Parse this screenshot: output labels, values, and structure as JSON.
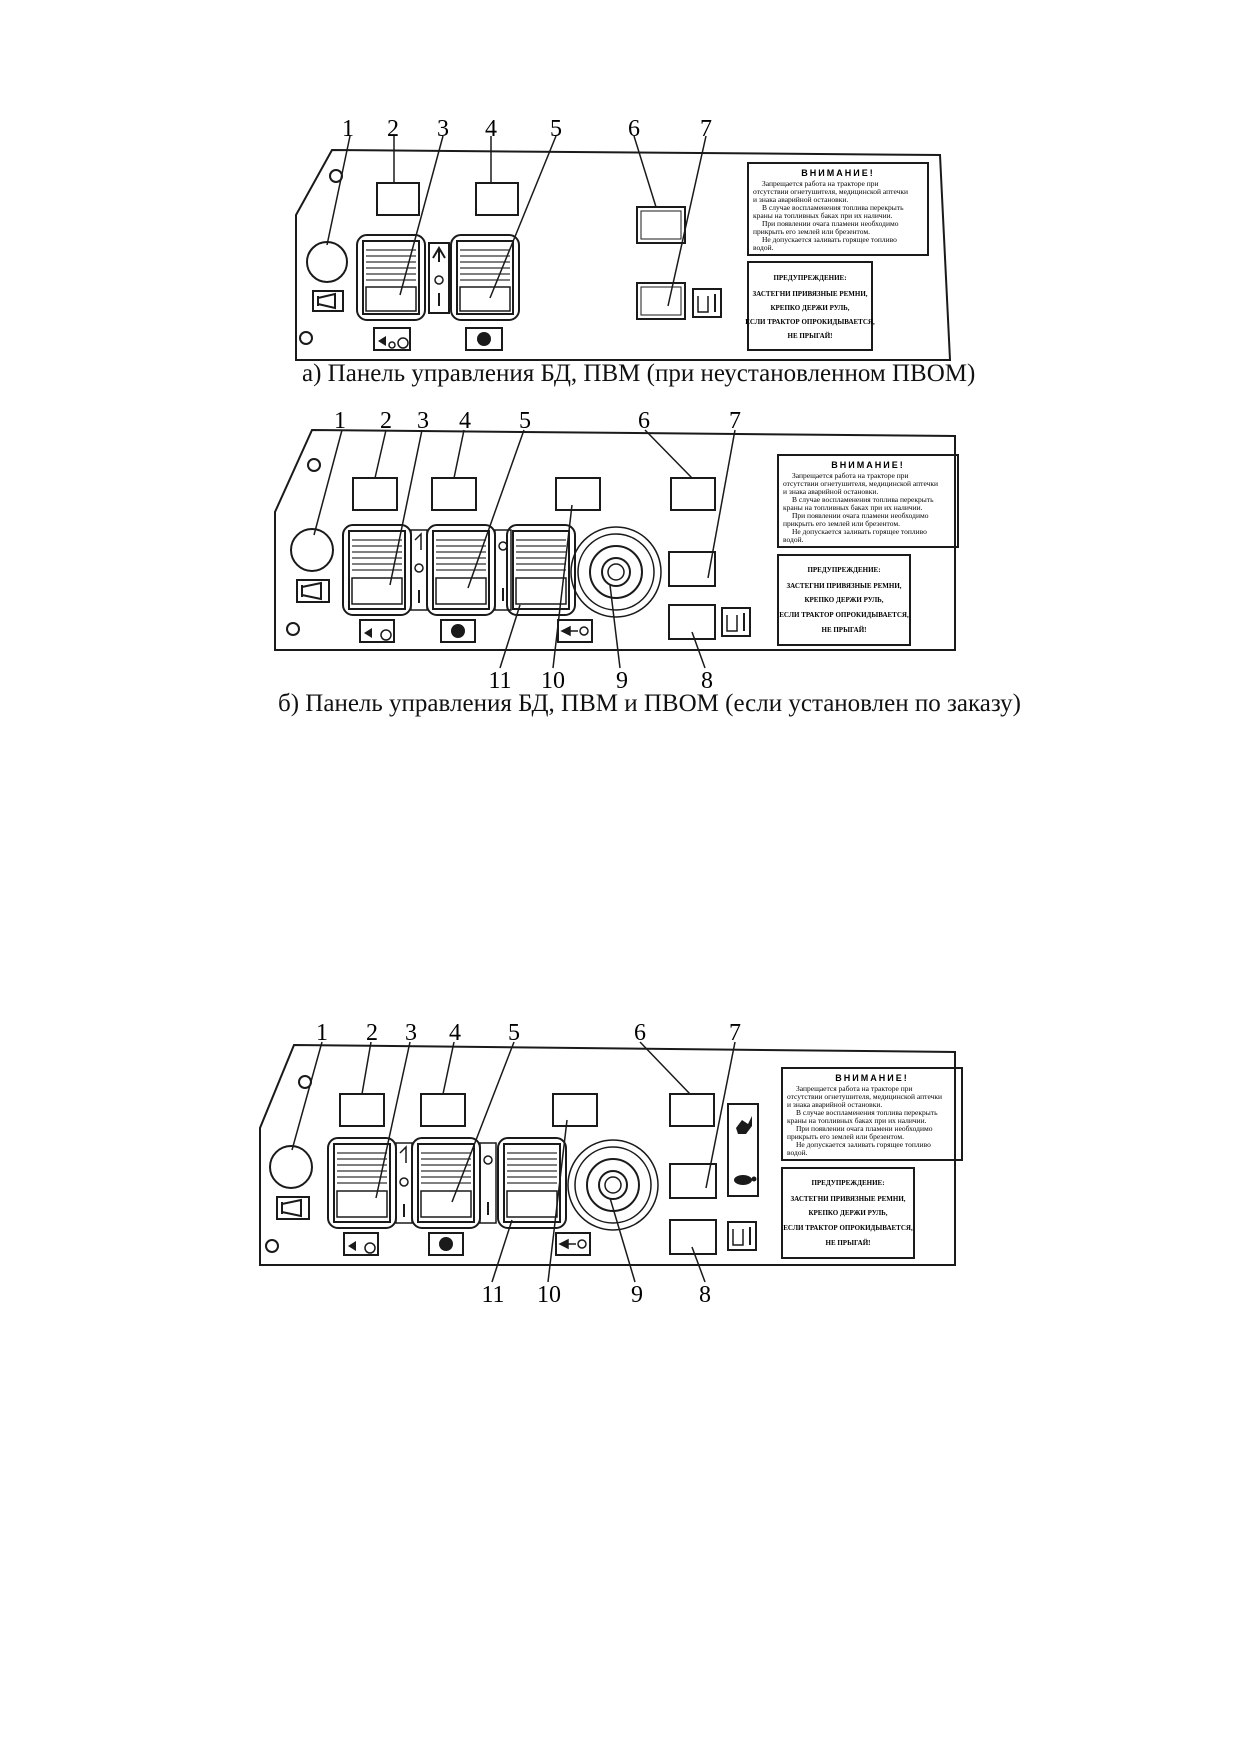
{
  "panels": [
    {
      "caption": "а) Панель управления БД, ПВМ (при неустановленном ПВОМ)",
      "callouts": [
        "1",
        "2",
        "3",
        "4",
        "5",
        "6",
        "7"
      ],
      "warning": {
        "title": "ВНИМАНИЕ!",
        "lines": [
          "Запрещается работа на тракторе при",
          "отсутствии огнетушителя, медицинской аптечки",
          "и знака аварийной остановки.",
          "В случае воспламенения топлива перекрыть",
          "краны на топливных баках при их наличии.",
          "При появлении очага пламени необходимо",
          "прикрыть его землей или брезентом.",
          "Не допускается заливать горящее топливо",
          "водой."
        ]
      },
      "caution": {
        "lines": [
          "ПРЕДУПРЕЖДЕНИЕ:",
          "ЗАСТЕГНИ ПРИВЯЗНЫЕ РЕМНИ,",
          "КРЕПКО ДЕРЖИ РУЛЬ,",
          "ЕСЛИ ТРАКТОР ОПРОКИДЫВАЕТСЯ,",
          "НЕ ПРЫГАЙ!"
        ]
      }
    },
    {
      "caption": "б) Панель управления БД, ПВМ и ПВОМ (если установлен по заказу)",
      "callouts": [
        "1",
        "2",
        "3",
        "4",
        "5",
        "6",
        "7",
        "8",
        "9",
        "10",
        "11"
      ],
      "warning": {
        "title": "ВНИМАНИЕ!",
        "lines": [
          "Запрещается работа на тракторе при",
          "отсутствии огнетушителя, медицинской аптечки",
          "и знака аварийной остановки.",
          "В случае воспламенения топлива перекрыть",
          "краны на топливных баках при их наличии.",
          "При появлении очага пламени необходимо",
          "прикрыть его землей или брезентом.",
          "Не допускается заливать горящее топливо",
          "водой."
        ]
      },
      "caution": {
        "lines": [
          "ПРЕДУПРЕЖДЕНИЕ:",
          "ЗАСТЕГНИ ПРИВЯЗНЫЕ РЕМНИ,",
          "КРЕПКО ДЕРЖИ РУЛЬ,",
          "ЕСЛИ ТРАКТОР ОПРОКИДЫВАЕТСЯ,",
          "НЕ ПРЫГАЙ!"
        ]
      }
    },
    {
      "caption": "",
      "callouts": [
        "1",
        "2",
        "3",
        "4",
        "5",
        "6",
        "7",
        "8",
        "9",
        "10",
        "11"
      ],
      "warning": {
        "title": "ВНИМАНИЕ!",
        "lines": [
          "Запрещается работа на тракторе при",
          "отсутствии огнетушителя, медицинской аптечки",
          "и знака аварийной остановки.",
          "В случае воспламенения топлива перекрыть",
          "краны на топливных баках при их наличии.",
          "При появлении очага пламени необходимо",
          "прикрыть его землей или брезентом.",
          "Не допускается заливать горящее топливо",
          "водой."
        ]
      },
      "caution": {
        "lines": [
          "ПРЕДУПРЕЖДЕНИЕ:",
          "ЗАСТЕГНИ ПРИВЯЗНЫЕ РЕМНИ,",
          "КРЕПКО ДЕРЖИ РУЛЬ,",
          "ЕСЛИ ТРАКТОР ОПРОКИДЫВАЕТСЯ,",
          "НЕ ПРЫГАЙ!"
        ]
      }
    }
  ],
  "colors": {
    "line": "#1a1a1a",
    "hatch": "#555555",
    "paper": "#ffffff"
  }
}
